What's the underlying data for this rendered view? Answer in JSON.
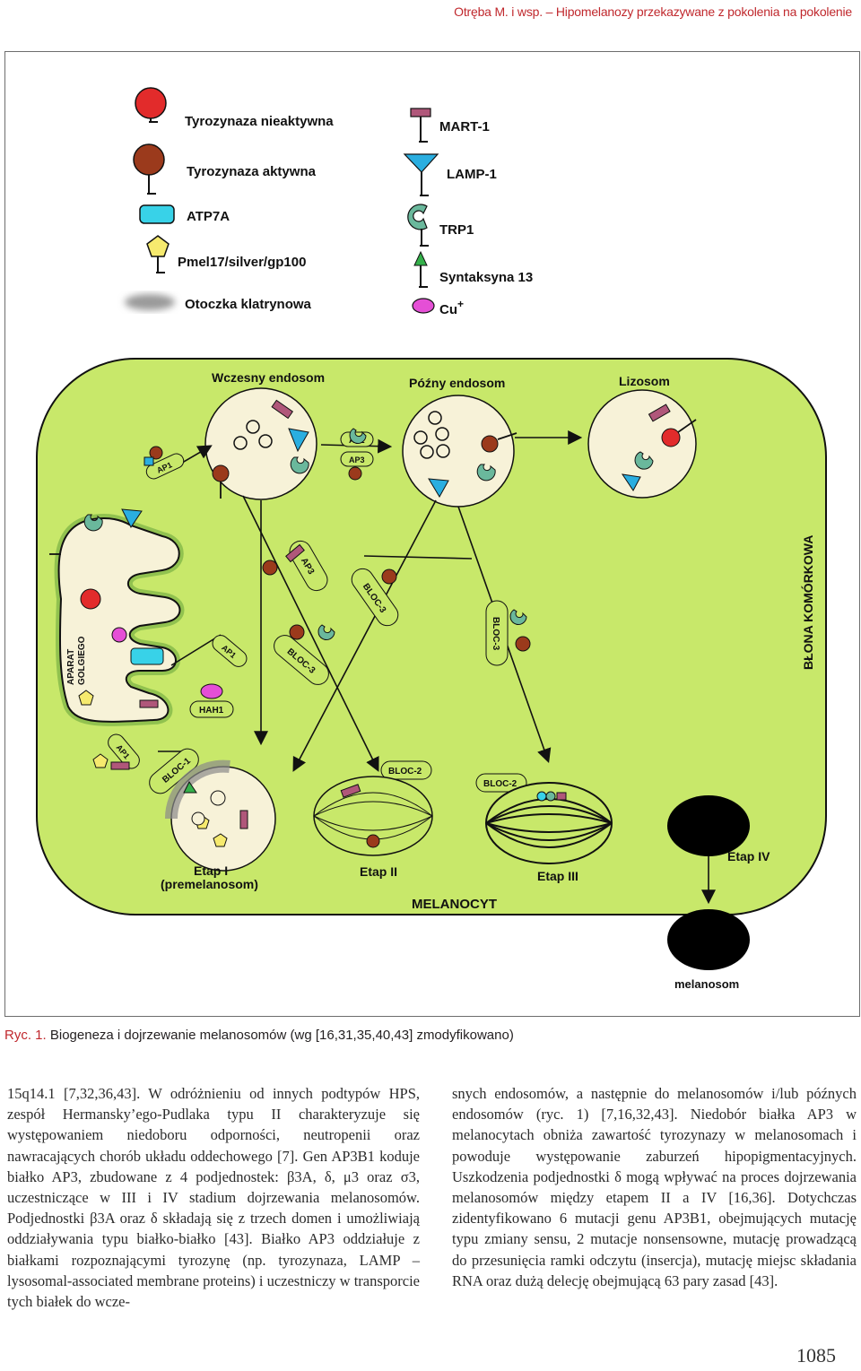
{
  "header": {
    "authors": "Otręba M. i wsp.",
    "separator": "–",
    "title": "Hipomelanozy przekazywane z pokolenia na pokolenie"
  },
  "legend": {
    "inactive_tyrosinase": "Tyrozynaza nieaktywna",
    "active_tyrosinase": "Tyrozynaza aktywna",
    "atp7a": "ATP7A",
    "pmel17": "Pmel17/silver/gp100",
    "clathrin": "Otoczka klatrynowa",
    "mart1": "MART-1",
    "lamp1": "LAMP-1",
    "trp1": "TRP1",
    "syntaxin": "Syntaksyna 13",
    "cu": "Cu",
    "cu_sup": "+"
  },
  "diagram": {
    "early_endosome": "Wczesny endosom",
    "late_endosome": "Późny endosom",
    "lysosome": "Lizosom",
    "golgi_line1": "APARAT",
    "golgi_line2": "GOLGIEGO",
    "membrane": "BŁONA KOMÓRKOWA",
    "ap1": "AP1",
    "ap3": "AP3",
    "bloc1": "BLOC-1",
    "bloc2": "BLOC-2",
    "bloc3": "BLOC-3",
    "hah1": "HAH1",
    "stage1": "Etap I",
    "stage1b": "(premelanosom)",
    "stage2": "Etap II",
    "stage3": "Etap III",
    "stage4": "Etap IV",
    "cell": "MELANOCYT",
    "melanosome": "melanosom"
  },
  "colors": {
    "cytoplasm": "#c8e86a",
    "golgi_fill": "#f7f2d8",
    "organelle_fill": "#f7f2d8",
    "inactive_tyr": "#e22b2b",
    "active_tyr": "#9b3a1c",
    "atp7a": "#38d2e8",
    "pmel17": "#f6ea6e",
    "mart1": "#b0577a",
    "lamp1": "#2aaee0",
    "trp1": "#6ab89c",
    "syntaxin": "#34b04a",
    "cu": "#e54fd6"
  },
  "caption": {
    "label": "Ryc. 1.",
    "text": "Biogeneza i dojrzewanie melanosomów (wg [16,31,35,40,43] zmodyfikowano)"
  },
  "body": {
    "left": "15q14.1 [7,32,36,43]. W odróżnieniu od innych podtypów HPS, zespół Hermansky’ego-Pudlaka typu II charakteryzuje się występowaniem niedoboru odporności, neutropenii oraz nawracających chorób układu oddechowego [7]. Gen AP3B1 koduje białko AP3, zbudowane z 4 podjednostek: β3A, δ, μ3 oraz σ3, uczestniczące w III i IV stadium dojrzewania melanosomów. Podjednostki β3A oraz δ składają się z trzech domen i umożliwiają oddziaływania typu białko-białko [43]. Białko AP3 oddziałuje z białkami rozpoznającymi tyrozynę (np. tyrozynaza, LAMP – lysosomal-associated membrane proteins) i uczestniczy w transporcie tych białek do wcze-",
    "right": "snych endosomów, a następnie do melanosomów i/lub późnych endosomów (ryc. 1) [7,16,32,43]. Niedobór białka AP3 w melanocytach obniża zawartość tyrozynazy w melanosomach i powoduje występowanie zaburzeń hipopigmentacyjnych. Uszkodzenia podjednostki δ mogą wpływać na proces dojrzewania melanosomów między etapem II a IV [16,36]. Dotychczas zidentyfikowano 6 mutacji genu AP3B1, obejmujących mutację typu zmiany sensu, 2 mutacje nonsensowne, mutację prowadzącą do przesunięcia ramki odczytu (insercja), mutację miejsc składania RNA oraz dużą delecję obejmującą 63 pary zasad [43]."
  },
  "page_number": "1085"
}
